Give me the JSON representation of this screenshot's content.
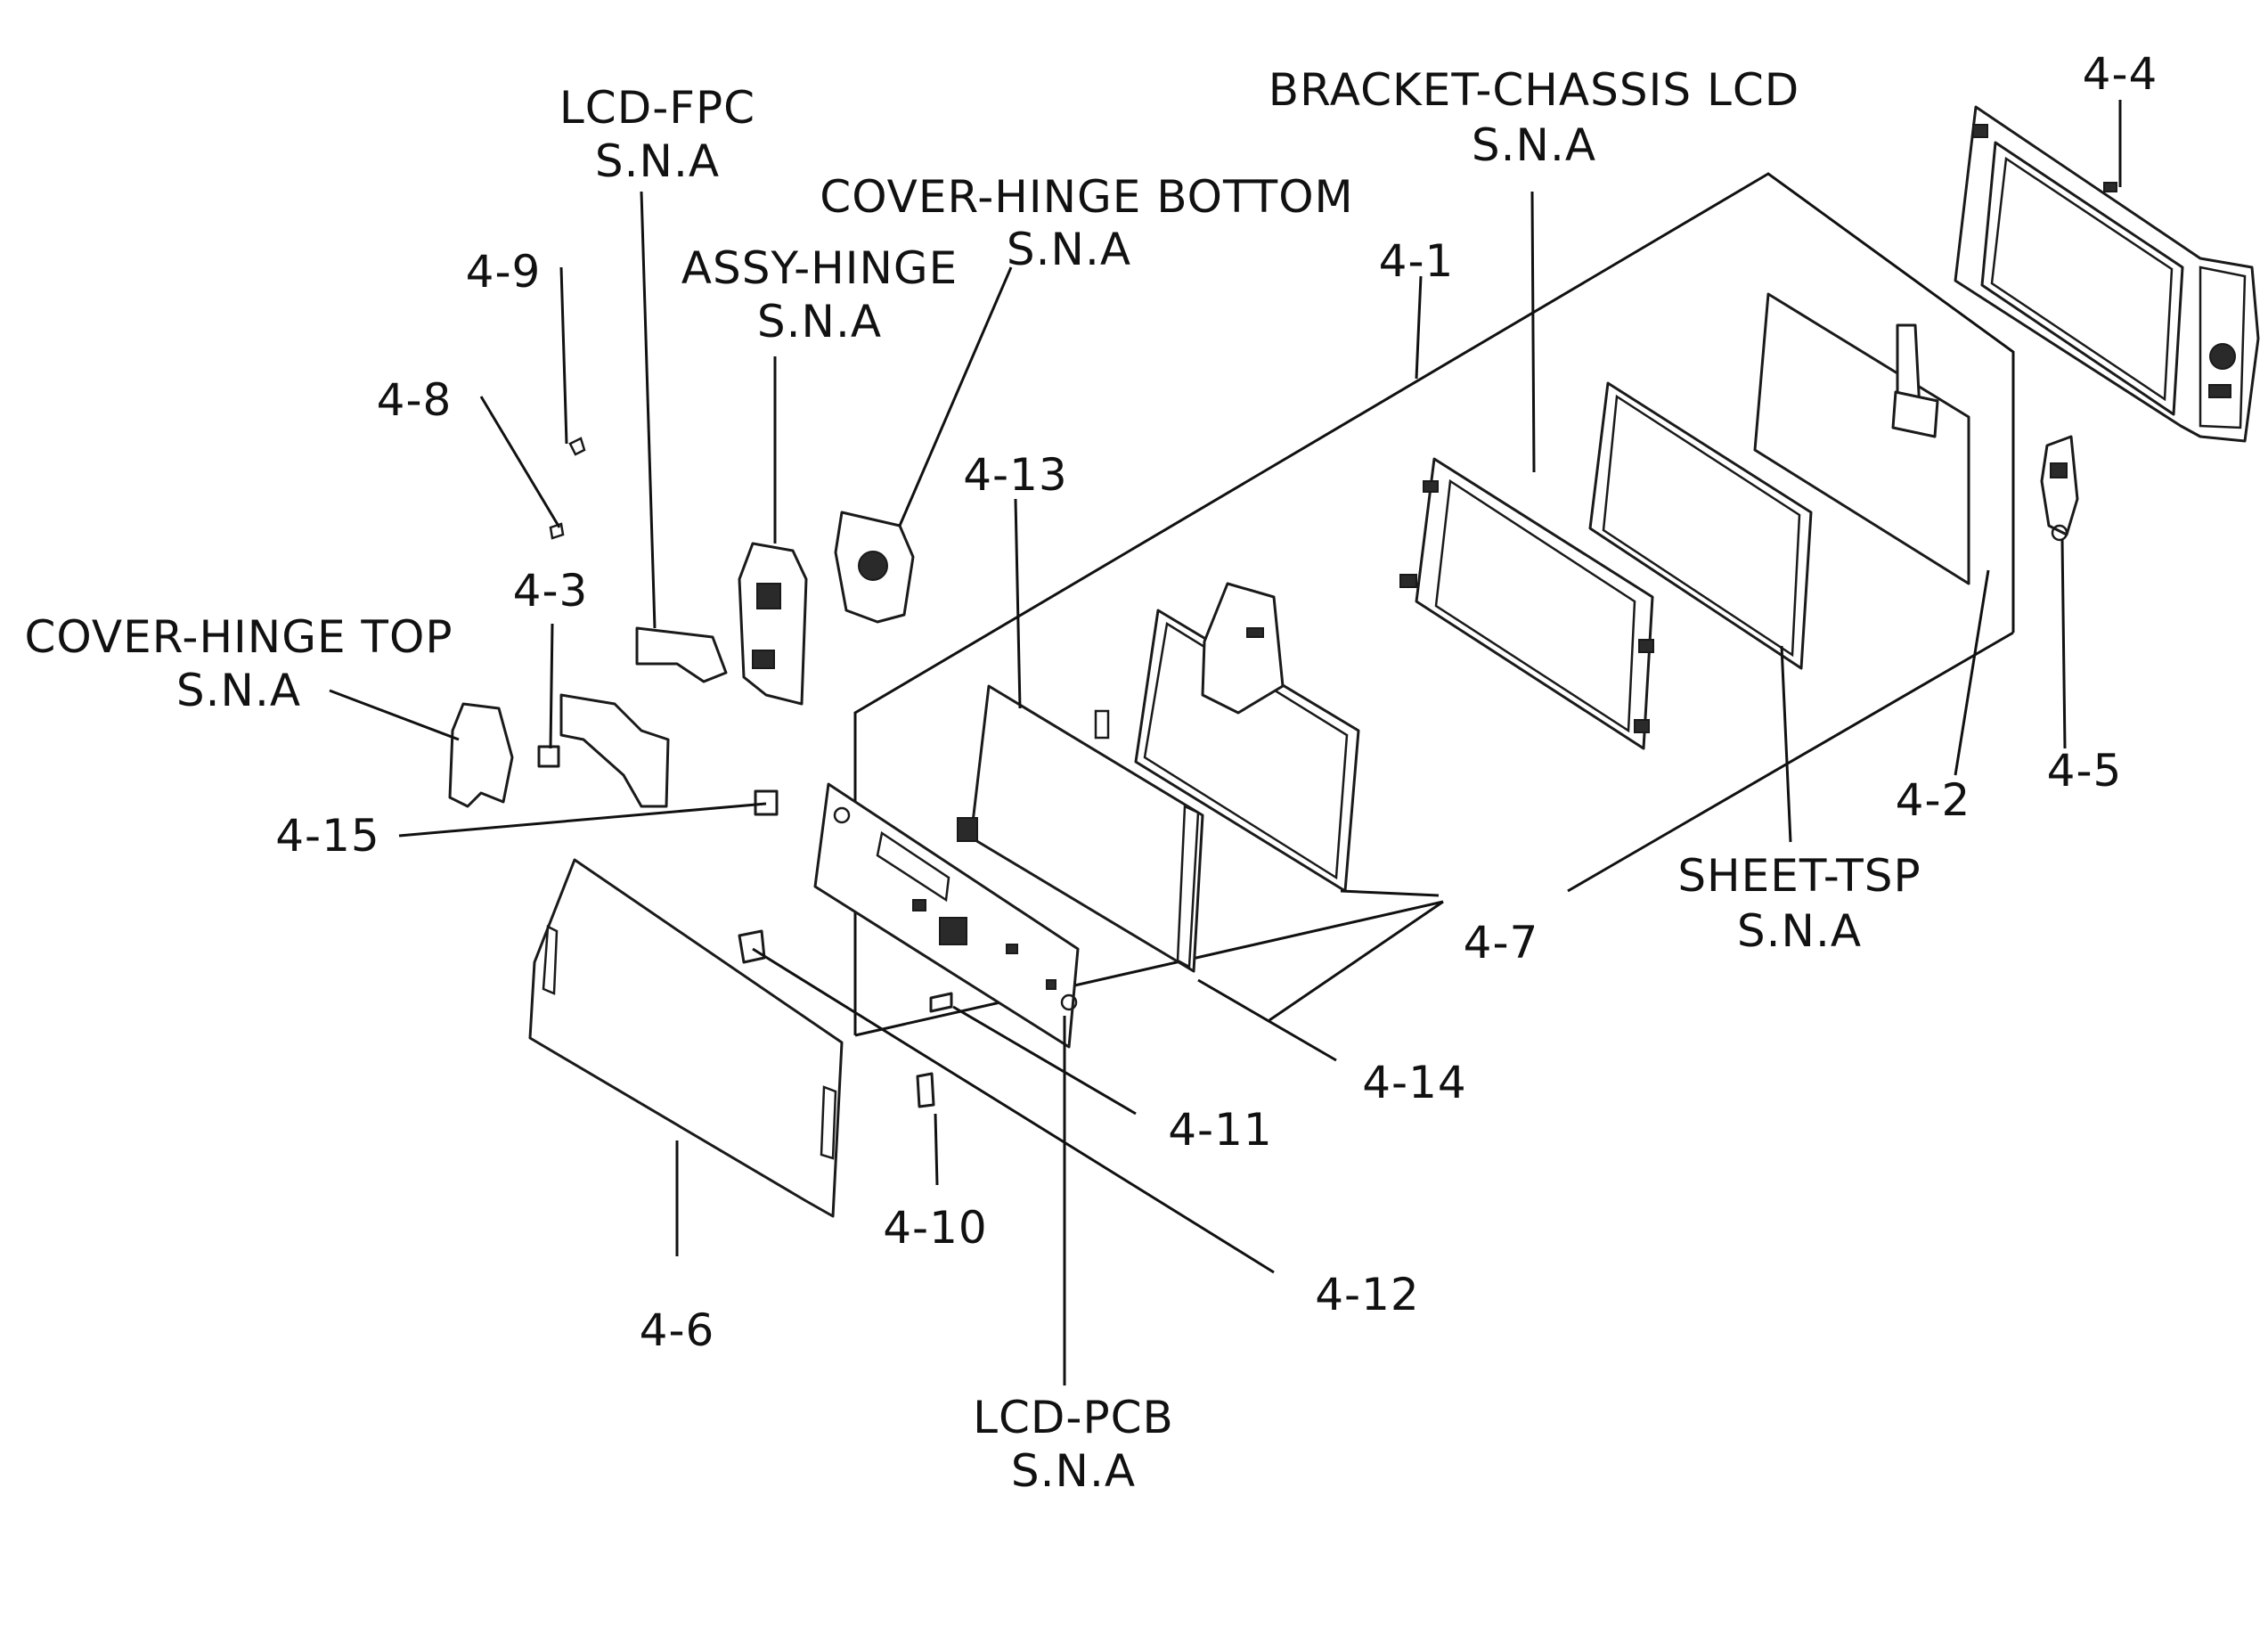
{
  "labels": {
    "lcd_fpc": "LCD-FPC",
    "lcd_fpc_sna": "S.N.A",
    "bracket_chassis": "BRACKET-CHASSIS LCD",
    "bracket_chassis_sna": "S.N.A",
    "cover_hinge_bottom": "COVER-HINGE BOTTOM",
    "cover_hinge_bottom_sna": "S.N.A",
    "assy_hinge": "ASSY-HINGE",
    "assy_hinge_sna": "S.N.A",
    "cover_hinge_top": "COVER-HINGE TOP",
    "cover_hinge_top_sna": "S.N.A",
    "sheet_tsp": "SHEET-TSP",
    "sheet_tsp_sna": "S.N.A",
    "lcd_pcb": "LCD-PCB",
    "lcd_pcb_sna": "S.N.A",
    "p4_1": "4-1",
    "p4_2": "4-2",
    "p4_3": "4-3",
    "p4_4": "4-4",
    "p4_5": "4-5",
    "p4_6": "4-6",
    "p4_7": "4-7",
    "p4_8": "4-8",
    "p4_9": "4-9",
    "p4_10": "4-10",
    "p4_11": "4-11",
    "p4_12": "4-12",
    "p4_13": "4-13",
    "p4_14": "4-14",
    "p4_15": "4-15"
  }
}
